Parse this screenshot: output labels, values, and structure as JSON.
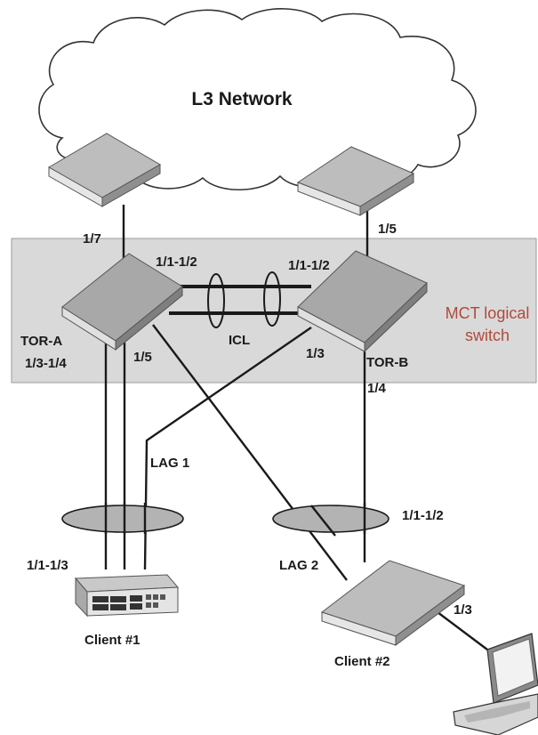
{
  "cloud": {
    "label": "L3 Network"
  },
  "mct": {
    "label_line1": "MCT logical",
    "label_line2": "switch",
    "label_color": "#b04a3c",
    "box_fill": "#d9d9d9"
  },
  "switches": {
    "tor_a": "TOR-A",
    "tor_b": "TOR-B"
  },
  "ports": {
    "top_left_down": "1/7",
    "top_right_down": "1/5",
    "tor_a_icl": "1/1-1/2",
    "tor_b_icl": "1/1-1/2",
    "icl": "ICL",
    "tor_a_left": "1/3-1/4",
    "tor_a_right": "1/5",
    "tor_b_left": "1/3",
    "tor_b_down": "1/4",
    "client1_ports": "1/1-1/3",
    "client2_ports": "1/1-1/2",
    "client2_laptop": "1/3"
  },
  "lags": {
    "lag1": "LAG 1",
    "lag2": "LAG 2"
  },
  "clients": {
    "client1": "Client #1",
    "client2": "Client #2"
  }
}
